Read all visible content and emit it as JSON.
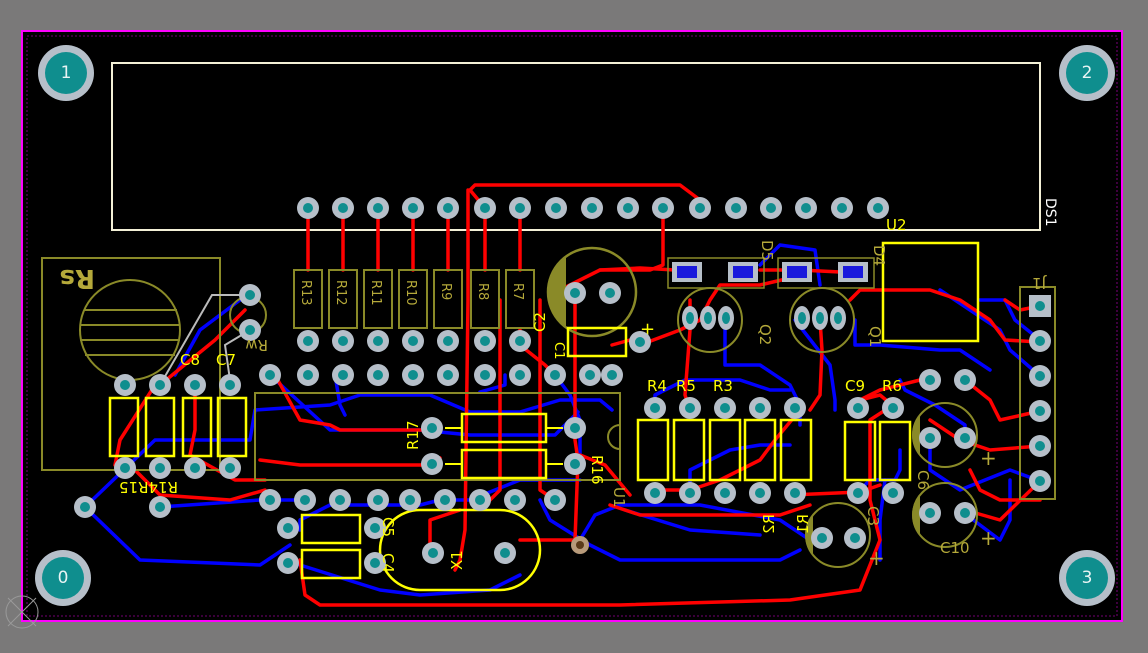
{
  "board": {
    "colors": {
      "background": "#7a7979",
      "board": "#000000",
      "outline": "#ff00ff",
      "top_copper": "#ff0000",
      "bottom_copper": "#0000ff",
      "silkscreen": "#ffff00",
      "pad": "#b6bfc9",
      "via_hole": "#0f8e8e"
    }
  },
  "mounting_holes": [
    {
      "id": "hole-1",
      "label": "1"
    },
    {
      "id": "hole-2",
      "label": "2"
    },
    {
      "id": "hole-0",
      "label": "0"
    },
    {
      "id": "hole-3",
      "label": "3"
    }
  ],
  "designators": {
    "ds1": "DS1",
    "u2": "U2",
    "d5": "D5",
    "d4": "D4",
    "j1": "J1",
    "rs": "Rs",
    "rw": "Rw",
    "c8": "C8",
    "c7": "C7",
    "r14r15": "R14R15",
    "r13": "R13",
    "r12": "R12",
    "r11": "R11",
    "r10": "R10",
    "r9": "R9",
    "r8": "R8",
    "r7": "R7",
    "c2": "C2",
    "c1": "C1",
    "q2": "Q2",
    "q1": "Q1",
    "r4": "R4",
    "r5": "R5",
    "r3": "R3",
    "c9": "C9",
    "r6": "R6",
    "r17": "R17",
    "r16": "R16",
    "u1": "U1",
    "r2": "R2",
    "r1": "R1",
    "c3": "C3",
    "c6": "C6",
    "c10": "C10",
    "c5": "C5",
    "c4": "C4",
    "x1": "X1"
  }
}
